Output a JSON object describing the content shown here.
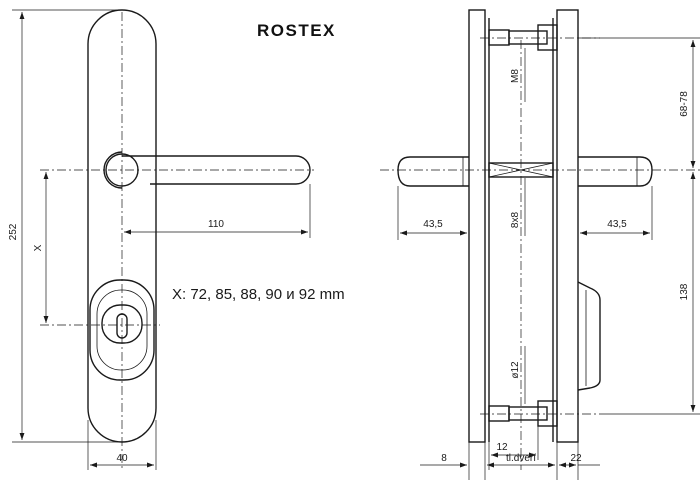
{
  "brand": "ROSTEX",
  "note": "X: 72, 85, 88, 90 и 92 mm",
  "dimensions": {
    "overall_height": "252",
    "plate_width": "40",
    "lever_length": "110",
    "x_label": "X",
    "stud_thread": "M8",
    "spindle_square": "8x8",
    "stud_diameter": "ø12",
    "side_height_top": "68-78",
    "side_height_bottom": "138",
    "lever_offset_left": "43,5",
    "lever_offset_right": "43,5",
    "stud_offset": "12",
    "plate_depth_left": "8",
    "door_thickness": "tl.dveří",
    "plate_depth_right": "22"
  }
}
